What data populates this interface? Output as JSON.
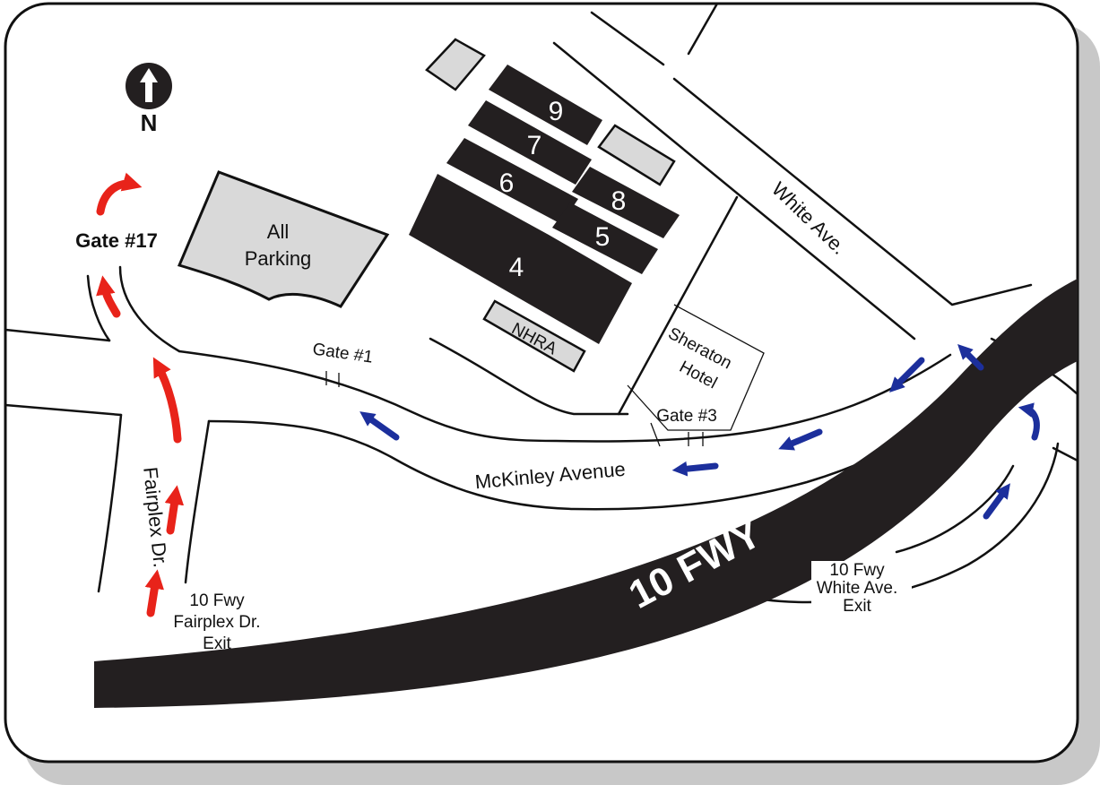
{
  "map": {
    "compass_label": "N",
    "gates": {
      "gate_17": "Gate #17",
      "gate_1": "Gate #1",
      "gate_3": "Gate #3"
    },
    "all_parking": {
      "line1": "All",
      "line2": "Parking"
    },
    "lots": {
      "lot_9": "9",
      "lot_7": "7",
      "lot_6": "6",
      "lot_8": "8",
      "lot_5": "5",
      "lot_4": "4"
    },
    "nhra_label": "NHRA",
    "sheraton": {
      "line1": "Sheraton",
      "line2": "Hotel"
    },
    "streets": {
      "white_ave": "White Ave.",
      "mckinley": "McKinley Avenue",
      "fairplex": "Fairplex Dr.",
      "freeway": "10 FWY"
    },
    "exits": {
      "fairplex_exit": {
        "line1": "10 Fwy",
        "line2": "Fairplex Dr.",
        "line3": "Exit"
      },
      "white_exit": {
        "line1": "10 Fwy",
        "line2": "White Ave.",
        "line3": "Exit"
      }
    },
    "colors": {
      "red_route": "#e8231a",
      "blue_route": "#1c2f9c",
      "lot_dark": "#231f20",
      "lot_light": "#d9d9d9",
      "frame_shadow": "#c8c8c8"
    },
    "icons": {
      "compass": "north-arrow-icon",
      "red_arrows": "route-arrow-icon",
      "blue_arrows": "route-arrow-icon"
    }
  }
}
